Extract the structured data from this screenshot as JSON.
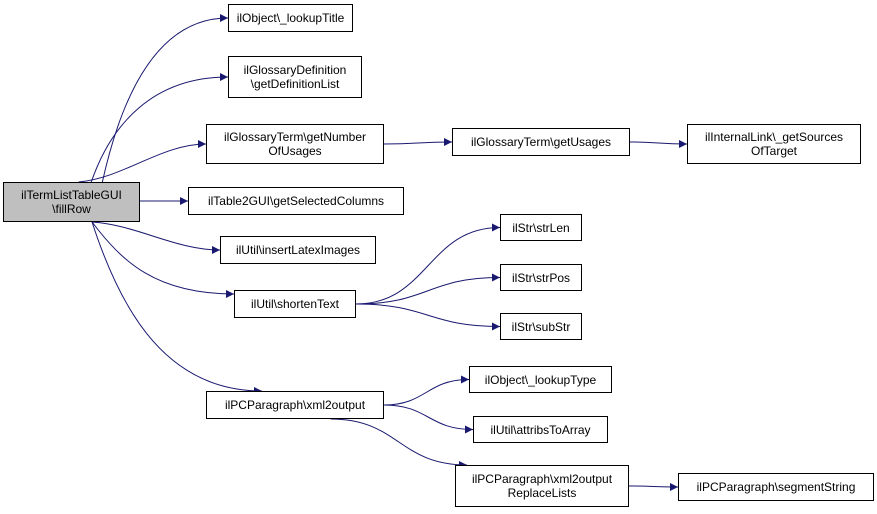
{
  "colors": {
    "edge": "#191970",
    "node_border": "#000000",
    "node_fill": "#ffffff",
    "root_fill": "#bfbfbf"
  },
  "nodes": [
    {
      "id": "root",
      "lines": [
        "ilTermListTableGUI",
        "\\fillRow"
      ],
      "root": true
    },
    {
      "id": "lookupTitle",
      "lines": [
        "ilObject\\_lookupTitle"
      ]
    },
    {
      "id": "getDefinitionList",
      "lines": [
        "ilGlossaryDefinition",
        "\\getDefinitionList"
      ]
    },
    {
      "id": "getNumberOfUsages",
      "lines": [
        "ilGlossaryTerm\\getNumber",
        "OfUsages"
      ]
    },
    {
      "id": "getUsages",
      "lines": [
        "ilGlossaryTerm\\getUsages"
      ]
    },
    {
      "id": "getSourcesOfTarget",
      "lines": [
        "ilInternalLink\\_getSources",
        "OfTarget"
      ]
    },
    {
      "id": "getSelectedColumns",
      "lines": [
        "ilTable2GUI\\getSelectedColumns"
      ]
    },
    {
      "id": "insertLatexImages",
      "lines": [
        "ilUtil\\insertLatexImages"
      ]
    },
    {
      "id": "strLen",
      "lines": [
        "ilStr\\strLen"
      ]
    },
    {
      "id": "shortenText",
      "lines": [
        "ilUtil\\shortenText"
      ]
    },
    {
      "id": "strPos",
      "lines": [
        "ilStr\\strPos"
      ]
    },
    {
      "id": "subStr",
      "lines": [
        "ilStr\\subStr"
      ]
    },
    {
      "id": "lookupType",
      "lines": [
        "ilObject\\_lookupType"
      ]
    },
    {
      "id": "xml2output",
      "lines": [
        "ilPCParagraph\\xml2output"
      ]
    },
    {
      "id": "attribsToArray",
      "lines": [
        "ilUtil\\attribsToArray"
      ]
    },
    {
      "id": "xml2outputReplaceLists",
      "lines": [
        "ilPCParagraph\\xml2output",
        "ReplaceLists"
      ]
    },
    {
      "id": "segmentString",
      "lines": [
        "ilPCParagraph\\segmentString"
      ]
    }
  ],
  "edges": [
    {
      "from": "root",
      "to": "lookupTitle"
    },
    {
      "from": "root",
      "to": "getDefinitionList"
    },
    {
      "from": "root",
      "to": "getNumberOfUsages"
    },
    {
      "from": "root",
      "to": "getSelectedColumns"
    },
    {
      "from": "root",
      "to": "insertLatexImages"
    },
    {
      "from": "root",
      "to": "shortenText"
    },
    {
      "from": "root",
      "to": "xml2output"
    },
    {
      "from": "getNumberOfUsages",
      "to": "getUsages"
    },
    {
      "from": "getUsages",
      "to": "getSourcesOfTarget"
    },
    {
      "from": "shortenText",
      "to": "strLen"
    },
    {
      "from": "shortenText",
      "to": "strPos"
    },
    {
      "from": "shortenText",
      "to": "subStr"
    },
    {
      "from": "xml2output",
      "to": "lookupType"
    },
    {
      "from": "xml2output",
      "to": "attribsToArray"
    },
    {
      "from": "xml2output",
      "to": "xml2outputReplaceLists"
    },
    {
      "from": "xml2outputReplaceLists",
      "to": "segmentString"
    }
  ]
}
